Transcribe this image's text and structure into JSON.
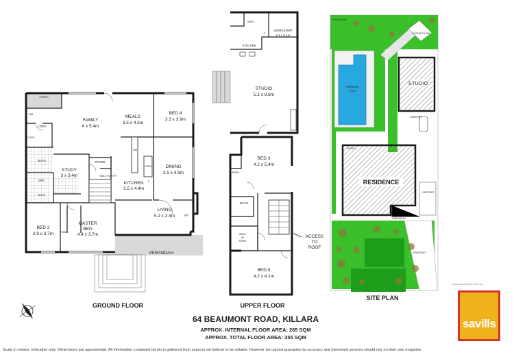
{
  "plan": {
    "title": "64 BEAUMONT ROAD, KILLARA",
    "internal_area": "APPROX. INTERNAL FLOOR AREA: 265 SQM",
    "total_area": "APPROX. TOTAL FLOOR AREA: 355 SQM",
    "ground_label": "GROUND FLOOR",
    "upper_label": "UPPER FLOOR",
    "site_label": "SITE PLAN",
    "disclaimer": "Scale in metres. Indicative only. Dimensions are approximate. All information contained herein is gathered from sources we believe to be reliable. However we cannot guarantee its accuracy and interested persons should rely on their own enquiries.",
    "vision": "www.visionphoto.com.au",
    "brand": "savills"
  },
  "ground": {
    "porch": "PORCH",
    "wm": "WM",
    "ldry": "L'DRY",
    "cupd": "CUPD",
    "bath": "BATH",
    "spa": "SPA",
    "bath2": "BATH",
    "family_name": "FAMILY",
    "family_dim": "4 x 5.4m",
    "meals_name": "MEALS",
    "meals_dim": "3.5 x 4.5m",
    "bed4_name": "BED 4",
    "bed4_dim": "3.3 x 3.9m",
    "study_name": "STUDY",
    "study_dim": "3 x 3.4m",
    "store": "STORE",
    "dw": "DW",
    "oven": "OVEN",
    "walkin": "WALK IN PTRY",
    "f": "F",
    "kitchen_name": "KITCHEN",
    "kitchen_dim": "3.5 x 4.4m",
    "dining_name": "DINING",
    "dining_dim": "3.5 x 4.9m",
    "living_name": "LIVING",
    "living_dim": "5.2 x 3.4m",
    "fp": "FP",
    "bed2_name": "BED 2",
    "bed2_dim": "2.9 x 3.7m",
    "master_name": "MASTER",
    "master_name2": "BED",
    "master_dim": "4.4 x 3.7m",
    "robe": "ROBE",
    "verandah": "VERANDAH"
  },
  "upper": {
    "bath": "BATH",
    "workshop_name": "WORKSHOP",
    "workshop_dim": "2.1 x 3.1m",
    "f": "F",
    "kitchen": "KITCHEN",
    "studio_name": "STUDIO",
    "studio_dim": "5.1 x 8.8m",
    "bed3_name": "BED 3",
    "bed3_dim": "4.2 x 5.4m",
    "robe": "ROBE",
    "bath2": "BATH",
    "walkin1": "WALK",
    "walkin2": "IN",
    "walkin3": "ROBE",
    "bed5_name": "BED 5",
    "bed5_dim": "4.2 x 4.1m",
    "access1": "ACCESS",
    "access2": "TO",
    "access3": "ROOF"
  },
  "site": {
    "pool_pump": "POOL PUMP",
    "swimming": "SWIMMING",
    "pool": "POOL",
    "studio": "STUDIO",
    "clothes": "CLOTHES LINE",
    "carport": "CARPORT",
    "porch": "PORCH",
    "residence": "RESIDENCE",
    "carport2": "CARPORT",
    "verandah": "VERANDAH",
    "driveway": "DRIVEWAY"
  },
  "colors": {
    "grass": "#3bbf2a",
    "pool": "#29a8e0",
    "brand_bg": "#f0b21b",
    "brand_border": "#d6342c"
  }
}
